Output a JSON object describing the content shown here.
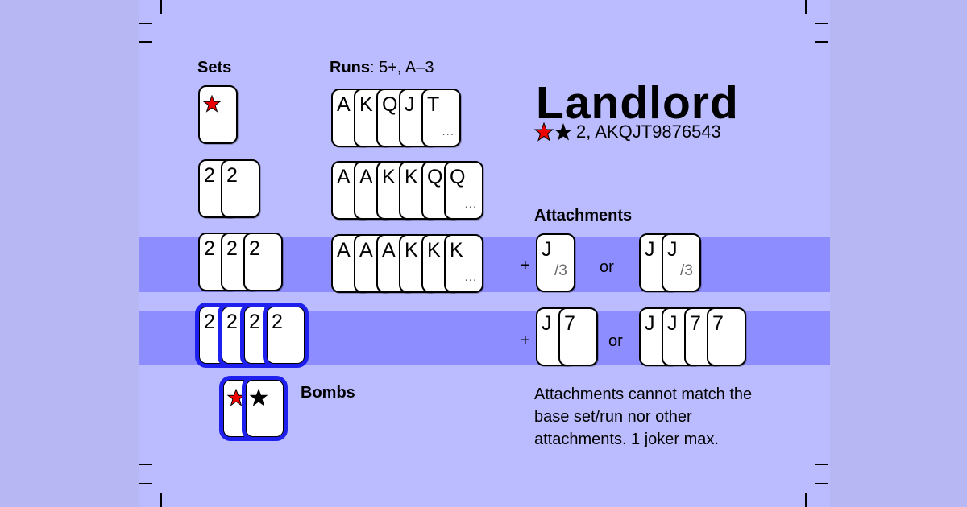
{
  "colors": {
    "background": "#bbbbff",
    "outer_margin": "#b7b7f3",
    "band": "#8d8dff",
    "bomb_outline": "#2020ee",
    "red_star": "#ee0000",
    "black_star": "#000000"
  },
  "title": "Landlord",
  "rank_order": {
    "stars": [
      "red-star-icon",
      "black-star-icon"
    ],
    "text": "2, AKQJT9876543"
  },
  "sets": {
    "heading": "Sets",
    "rows": [
      {
        "cards": [
          {
            "star": "red"
          }
        ]
      },
      {
        "cards": [
          "2",
          "2"
        ]
      },
      {
        "cards": [
          "2",
          "2",
          "2"
        ]
      },
      {
        "cards": [
          "2",
          "2",
          "2",
          "2"
        ],
        "bomb": true
      },
      {
        "cards": [
          {
            "star": "red"
          },
          {
            "star": "black"
          }
        ],
        "bomb": true
      }
    ]
  },
  "runs": {
    "heading": "Runs",
    "rule": ": 5+, A–3",
    "rows": [
      {
        "cards": [
          "A",
          "K",
          "Q",
          "J",
          "T"
        ],
        "ellipsis": "..."
      },
      {
        "cards": [
          "A",
          "A",
          "K",
          "K",
          "Q",
          "Q"
        ],
        "ellipsis": "..."
      },
      {
        "cards": [
          "A",
          "A",
          "A",
          "K",
          "K",
          "K"
        ],
        "ellipsis": "..."
      }
    ]
  },
  "bombs_label": "Bombs",
  "attachments": {
    "heading": "Attachments",
    "plus": "+",
    "or": "or",
    "rows": [
      {
        "single": [
          {
            "r": "J",
            "sub": "/3"
          }
        ],
        "double": [
          {
            "r": "J"
          },
          {
            "r": "J",
            "sub": "/3"
          }
        ]
      },
      {
        "single": [
          {
            "r": "J"
          },
          {
            "r": "7"
          }
        ],
        "double": [
          {
            "r": "J"
          },
          {
            "r": "J"
          },
          {
            "r": "7"
          },
          {
            "r": "7"
          }
        ]
      }
    ],
    "note": "Attachments cannot match the base set/run nor other attachments. 1 joker max."
  }
}
